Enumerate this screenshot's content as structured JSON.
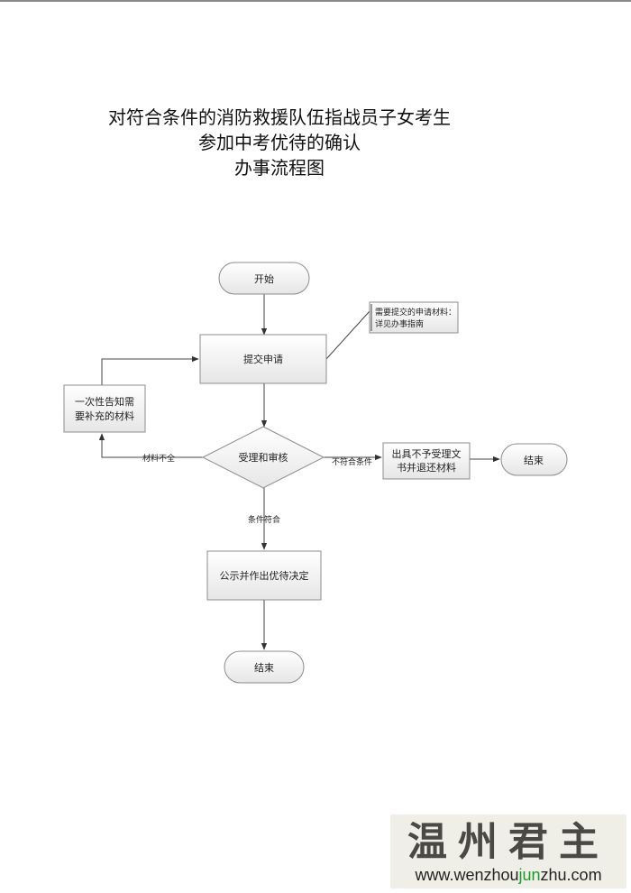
{
  "title_lines": [
    "对符合条件的消防救援队伍指战员子女考生",
    "参加中考优待的确认",
    "办事流程图"
  ],
  "nodes": {
    "start": "开始",
    "submit": "提交申请",
    "note": [
      "需要提交的申请材料：",
      "详见办事指南"
    ],
    "notify": [
      "一次性告知需",
      "要补充的材料"
    ],
    "review": "受理和审核",
    "reject": [
      "出具不予受理文",
      "书并退还材料"
    ],
    "end_right": "结束",
    "publish": "公示并作出优待决定",
    "end_bottom": "结束"
  },
  "edge_labels": {
    "incomplete": "材料不全",
    "not_qualified": "不符合条件",
    "qualified": "条件符合"
  },
  "watermark": {
    "title": "温州君主",
    "url_prefix": "www.wenzhou",
    "url_highlight": "jun",
    "url_suffix": "zhu.com"
  }
}
